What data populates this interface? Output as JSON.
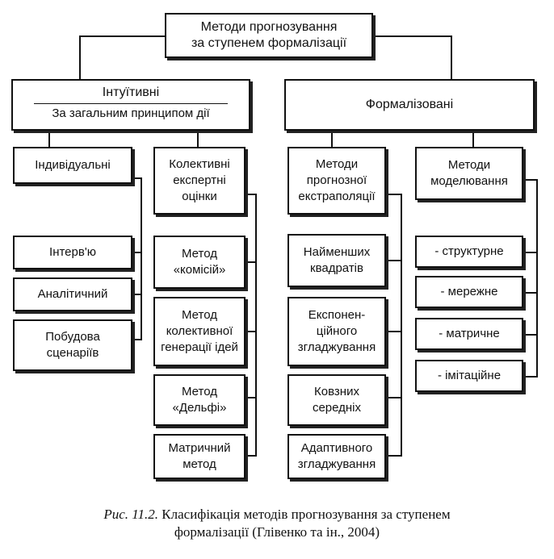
{
  "diagram": {
    "root": "Методи прогнозування\nза ступенем формалізації",
    "intuitive": {
      "title": "Інтуїтивні",
      "subtitle": "За загальним принципом дії",
      "individual": {
        "label": "Індивідуальні",
        "items": [
          "Інтерв'ю",
          "Аналітичний",
          "Побудова\nсценаріїв"
        ]
      },
      "collective": {
        "label": "Колективні\nекспертні\nоцінки",
        "items": [
          "Метод\n«комісій»",
          "Метод\nколективної\nгенерації ідей",
          "Метод\n«Дельфі»",
          "Матричний\nметод"
        ]
      }
    },
    "formalized": {
      "title": "Формалізовані",
      "extrapolation": {
        "label": "Методи\nпрогнозної\nекстраполяції",
        "items": [
          "Найменших\nквадратів",
          "Експонен-\nційного\nзгладжування",
          "Ковзних\nсередніх",
          "Адаптивного\nзгладжування"
        ]
      },
      "modeling": {
        "label": "Методи\nмоделювання",
        "items": [
          "- структурне",
          "- мережне",
          "- матричне",
          "- імітаційне"
        ]
      }
    }
  },
  "caption": {
    "figure_label": "Рис. 11.2.",
    "text": " Класифікація методів прогнозування за ступенем\nформалізації (Глівенко та ін., 2004)"
  }
}
